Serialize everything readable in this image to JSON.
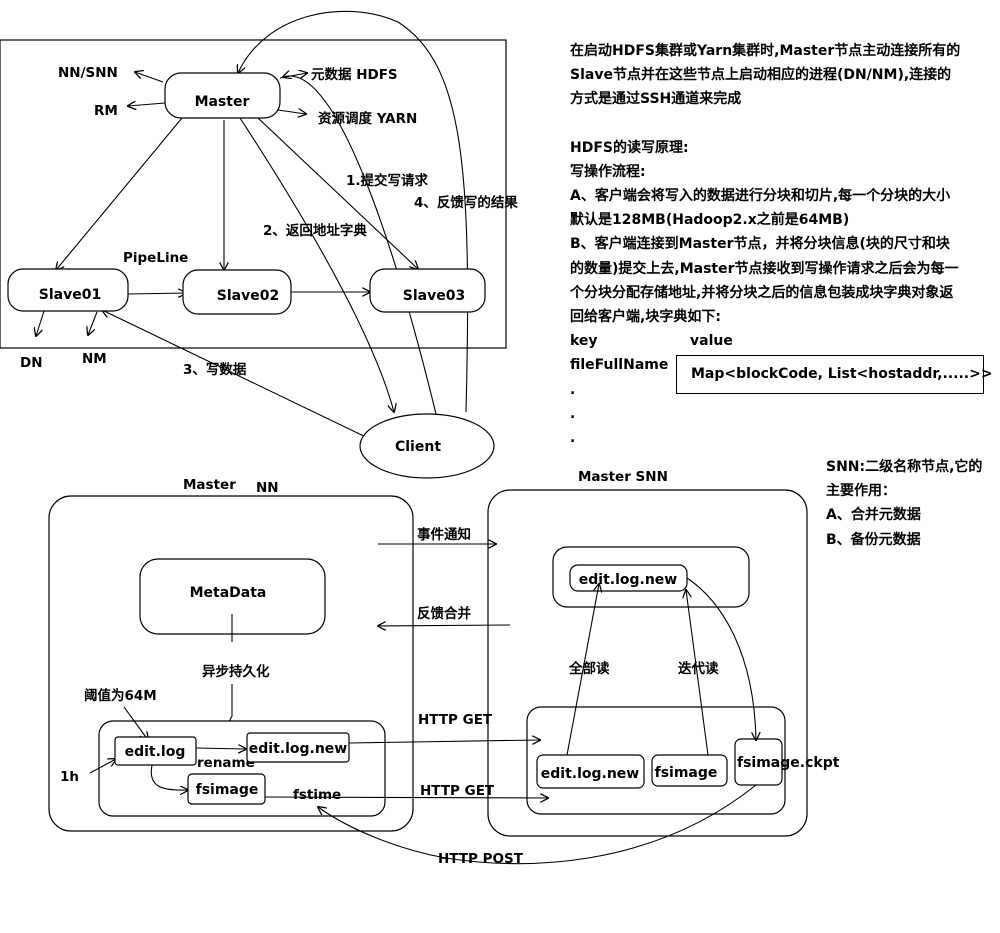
{
  "top": {
    "master": "Master",
    "nn_snn": "NN/SNN",
    "rm": "RM",
    "meta_hdfs": "元数据 HDFS",
    "yarn": "资源调度 YARN",
    "step1": "1.提交写请求",
    "step2": "2、返回地址字典",
    "step3": "3、写数据",
    "step4": "4、反馈写的结果",
    "pipeline": "PipeLine",
    "slave01": "Slave01",
    "slave02": "Slave02",
    "slave03": "Slave03",
    "dn": "DN",
    "nm": "NM",
    "client": "Client"
  },
  "notes": {
    "intro": [
      "在启动HDFS集群或Yarn集群时,Master节点主动连接所有的",
      "Slave节点并在这些节点上启动相应的进程(DN/NM),连接的",
      "方式是通过SSH通道来完成"
    ],
    "hdfs_title": "HDFS的读写原理:",
    "write_title": "写操作流程:",
    "step_a": [
      "A、客户端会将写入的数据进行分块和切片,每一个分块的大小",
      "默认是128MB(Hadoop2.x之前是64MB)"
    ],
    "step_b": [
      "B、客户端连接到Master节点，并将分块信息(块的尺寸和块",
      "的数量)提交上去,Master节点接收到写操作请求之后会为每一",
      "个分块分配存储地址,并将分块之后的信息包装成块字典对象返",
      "回给客户端,块字典如下:"
    ],
    "key_label": "key",
    "value_label": "value",
    "file_full_name": "fileFullName",
    "map_value": "Map<blockCode, List<hostaddr,.....>>",
    "dots": [
      ".",
      ".",
      "."
    ]
  },
  "snn_notes": {
    "title": "SNN:二级名称节点,它的",
    "subtitle": "主要作用：",
    "item_a": "A、合并元数据",
    "item_b": "B、备份元数据"
  },
  "bottom": {
    "master": "Master",
    "nn": "NN",
    "master_snn": "Master SNN",
    "metadata": "MetaData",
    "async_persist": "异步持久化",
    "threshold": "阈值为64M",
    "hour": "1h",
    "edit_log": "edit.log",
    "rename": "rename",
    "edit_log_new": "edit.log.new",
    "fsimage": "fsimage",
    "fstime": "fstime",
    "event_notify": "事件通知",
    "feedback_merge": "反馈合并",
    "http_get_1": "HTTP GET",
    "http_get_2": "HTTP GET",
    "http_post": "HTTP POST",
    "snn_edit_log_new_top": "edit.log.new",
    "read_all": "全部读",
    "read_iter": "迭代读",
    "snn_edit_log_new": "edit.log.new",
    "snn_fsimage": "fsimage",
    "snn_fsimage_ckpt": "fsimage.ckpt"
  }
}
